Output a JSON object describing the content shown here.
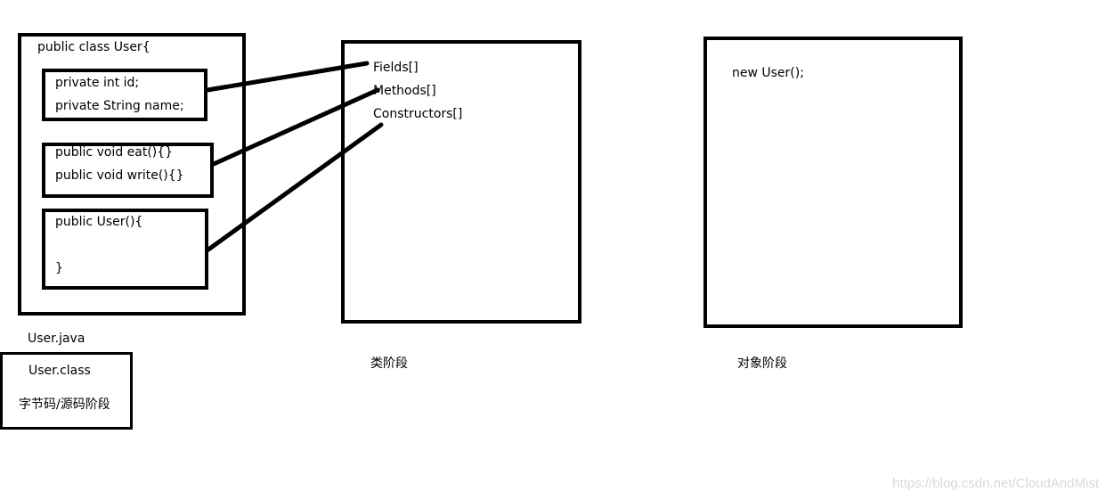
{
  "java_source": {
    "class_decl": "public  class User{",
    "fields": [
      "private int id;",
      "private String name;"
    ],
    "methods": [
      "public void eat(){}",
      "public  void  write(){}"
    ],
    "constructor": [
      "public User(){",
      "}"
    ],
    "file_label": "User.java"
  },
  "bytecode": {
    "file_label": "User.class",
    "stage_label": "字节码/源码阶段"
  },
  "class_stage": {
    "items": [
      "Fields[]",
      "Methods[]",
      "Constructors[]"
    ],
    "stage_label": "类阶段"
  },
  "object_stage": {
    "code": "new User();",
    "stage_label": "对象阶段"
  },
  "watermark": "https://blog.csdn.net/CloudAndMist"
}
